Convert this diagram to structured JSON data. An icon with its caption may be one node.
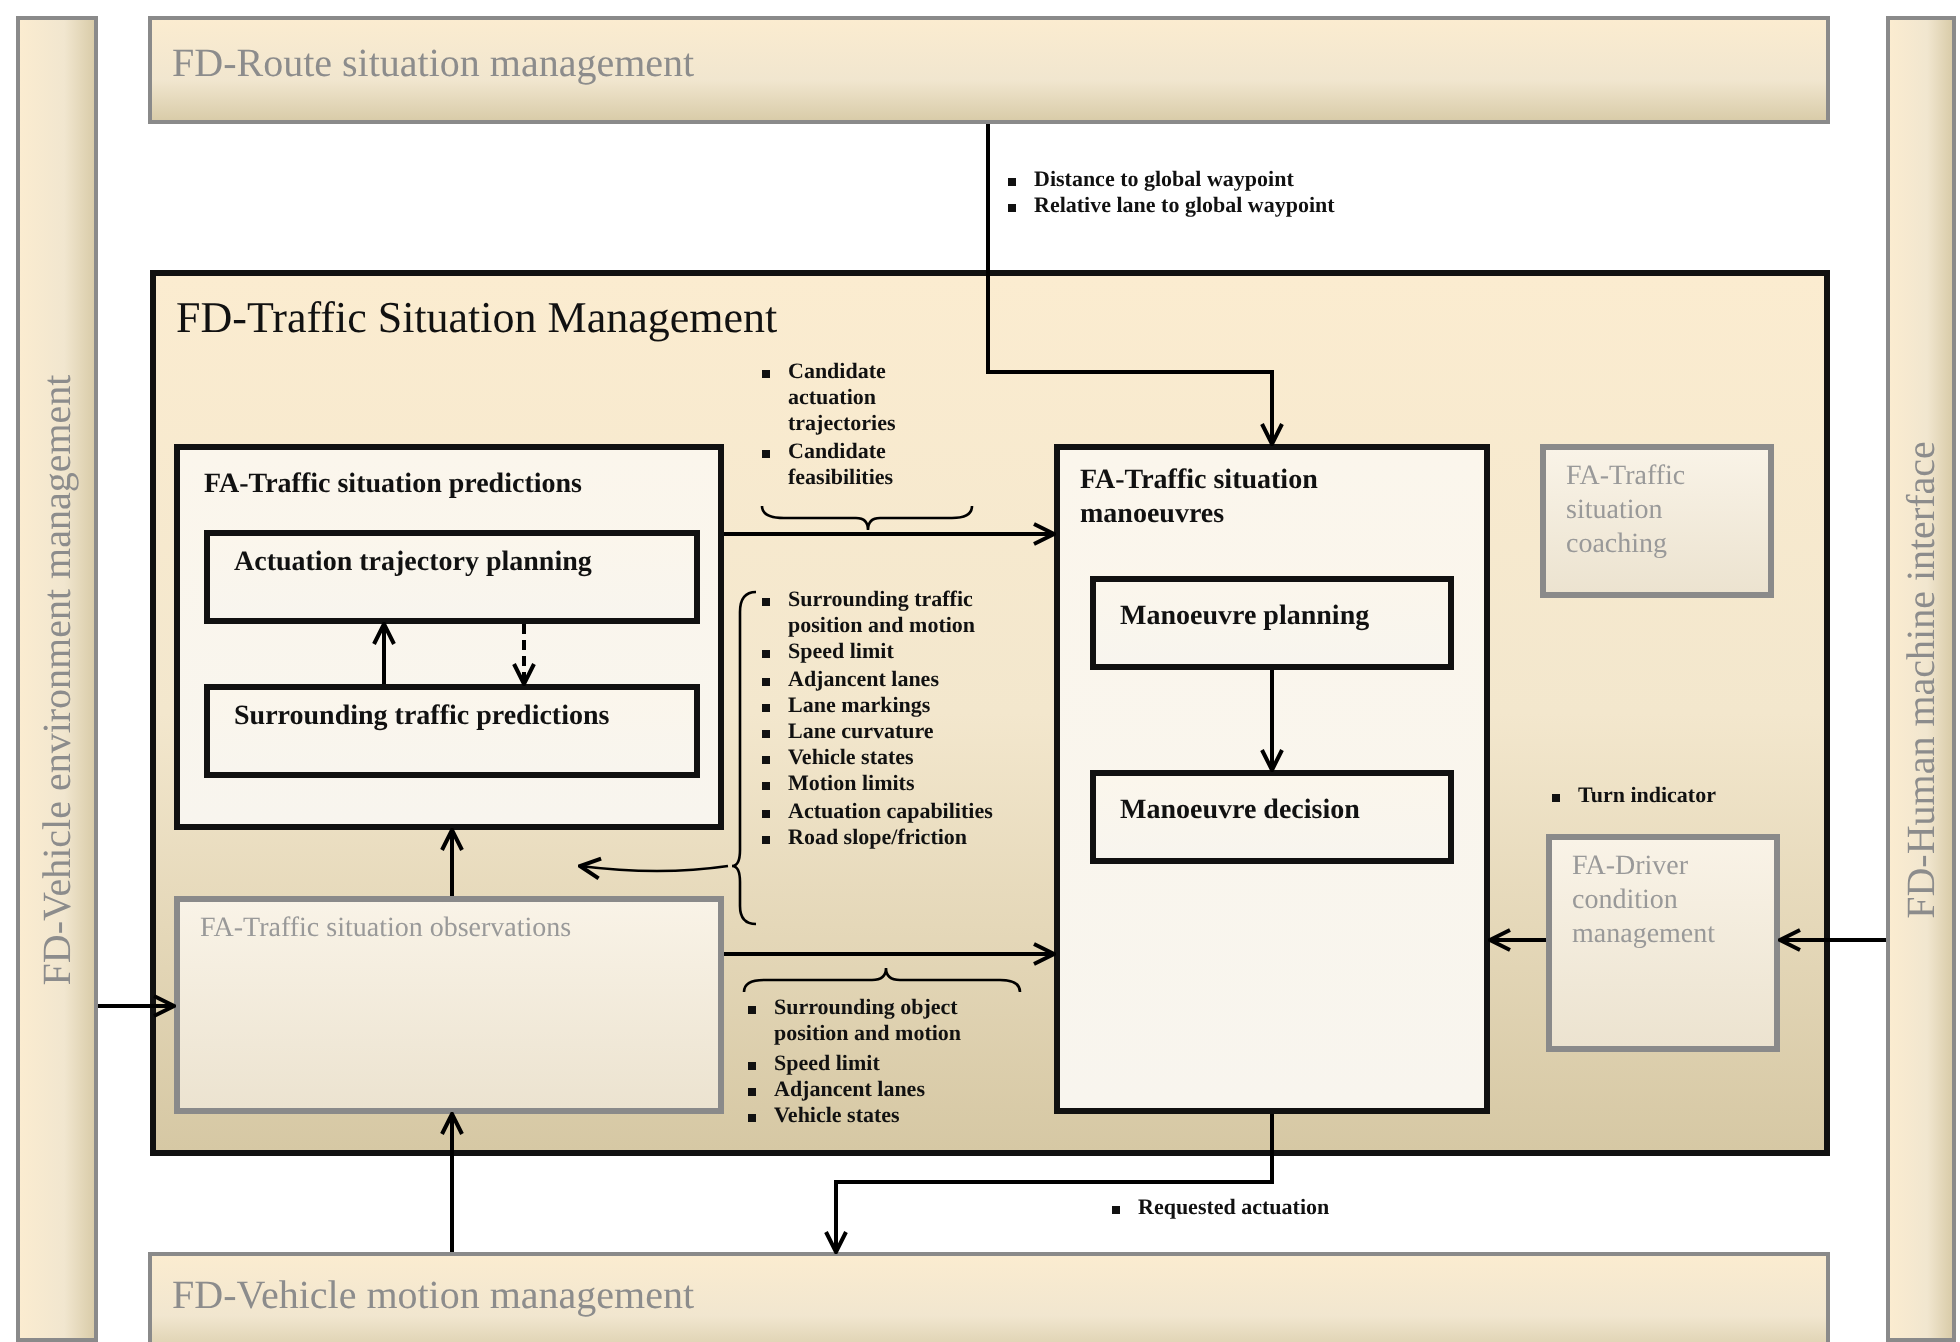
{
  "diagram": {
    "nodes": [
      {
        "text": [
          "FD-Route situation management"
        ]
      },
      {
        "text": [
          "FD-Vehicle environment management"
        ]
      },
      {
        "text": [
          "FD-Human machine interface"
        ]
      },
      {
        "text": [
          "FD-Vehicle motion management"
        ]
      },
      {
        "text": [
          "FD-Traffic Situation Management"
        ]
      },
      {
        "text": [
          "FA-Traffic situation predictions"
        ],
        "in": 4
      },
      {
        "text": [
          "Actuation trajectory planning"
        ],
        "in": 5
      },
      {
        "text": [
          "Surrounding traffic predictions"
        ],
        "in": 5
      },
      {
        "text": [
          "FA-Traffic situation observations"
        ],
        "in": 4
      },
      {
        "text": [
          "FA-Traffic situation manoeuvres"
        ],
        "in": 4
      },
      {
        "text": [
          "Manoeuvre planning"
        ],
        "in": 9
      },
      {
        "text": [
          "Manoeuvre decision"
        ],
        "in": 9
      },
      {
        "text": [
          "FA-Traffic situation coaching"
        ],
        "in": 4
      },
      {
        "text": [
          "FA-Driver condition management"
        ],
        "in": 4
      }
    ],
    "edges": [
      {
        "from": 0,
        "to": 9,
        "arrow": "to"
      },
      {
        "from": 5,
        "to": 9,
        "arrow": "to"
      },
      {
        "from": 8,
        "to": 9,
        "arrow": "to"
      },
      {
        "from": 7,
        "to": 6,
        "arrow": "to"
      },
      {
        "from": 6,
        "to": 7,
        "arrow": "to",
        "style": "dashed"
      },
      {
        "from": 8,
        "to": 5,
        "arrow": "to"
      },
      {
        "from": 10,
        "to": 11,
        "arrow": "to"
      },
      {
        "from": 13,
        "to": 9,
        "arrow": "to"
      },
      {
        "from": 2,
        "to": 13,
        "arrow": "to"
      },
      {
        "from": 1,
        "to": 8,
        "arrow": "to"
      },
      {
        "from": 3,
        "to": 8,
        "arrow": "to"
      },
      {
        "from": 9,
        "to": 3,
        "arrow": "to"
      }
    ],
    "labels": [
      "Distance to global waypoint",
      "Relative lane to global waypoint",
      "Candidate actuation trajectories",
      "Candidate feasibilities",
      "Surrounding traffic position and motion",
      "Speed limit",
      "Adjancent lanes",
      "Lane markings",
      "Lane curvature",
      "Vehicle states",
      "Motion limits",
      "Actuation capabilities",
      "Road slope/friction",
      "Turn indicator",
      "Surrounding object position and motion",
      "Speed limit",
      "Adjancent lanes",
      "Vehicle states",
      "Requested actuation"
    ]
  }
}
